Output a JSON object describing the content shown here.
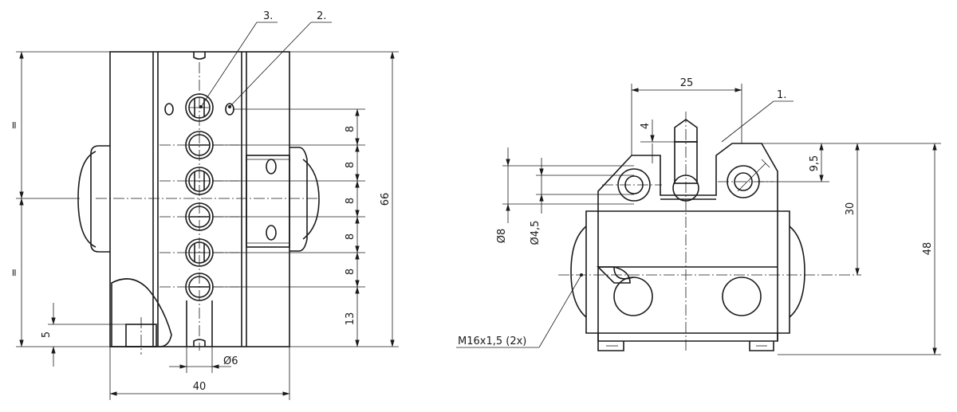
{
  "drawing": {
    "left_view": {
      "callouts": [
        "3.",
        "2."
      ],
      "dims": {
        "height_total": "66",
        "equal_top": "=",
        "equal_bottom": "=",
        "pitch_1": "8",
        "pitch_2": "8",
        "pitch_3": "8",
        "pitch_4": "8",
        "pitch_5": "8",
        "bottom_offset": "13",
        "slot_height": "5",
        "hole_dia": "Ø6",
        "width": "40"
      }
    },
    "right_view": {
      "callout": "1.",
      "thread_note": "M16x1,5 (2x)",
      "dims": {
        "top_width": "25",
        "plunger_height": "4",
        "angle_offset": "9,5",
        "mid_height": "30",
        "total_height": "48",
        "dia_8": "Ø8",
        "dia_4_5": "Ø4,5"
      }
    }
  }
}
